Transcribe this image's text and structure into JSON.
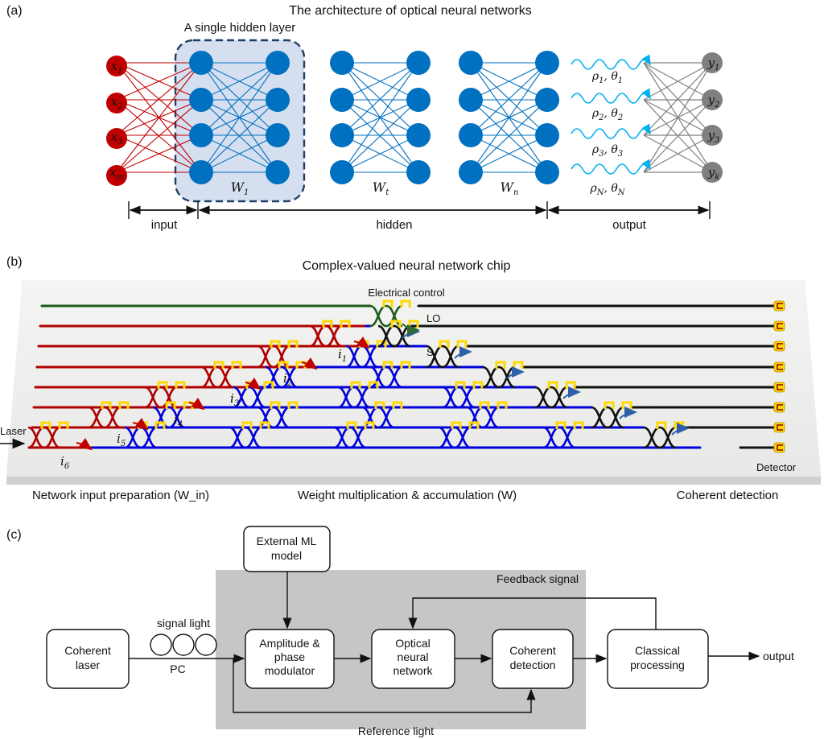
{
  "panel_a": {
    "label": "(a)",
    "title": "The architecture of optical neural networks",
    "hidden_layer_label": "A single hidden layer",
    "inputs": [
      "x1",
      "x2",
      "x3",
      "xm"
    ],
    "outputs": [
      "y1",
      "y2",
      "y3",
      "yk"
    ],
    "weights": [
      "W1",
      "Wt",
      "Wn"
    ],
    "wave_labels": [
      "ρ1, θ1",
      "ρ2, θ2",
      "ρ3, θ3",
      "ρN, θN"
    ],
    "sections": [
      "input",
      "hidden",
      "output"
    ],
    "colors": {
      "input": "#c00000",
      "hidden": "#0070c0",
      "output": "#808080",
      "wave": "#00b0f0",
      "hidden_box": "#d5dff0"
    }
  },
  "panel_b": {
    "label": "(b)",
    "title": "Complex-valued neural network chip",
    "electrical_control": "Electrical control",
    "lo": "LO",
    "s": "S",
    "laser": "Laser",
    "detector": "Detector",
    "input_indices": [
      "i1",
      "i2",
      "i3",
      "i4",
      "i5",
      "i6"
    ],
    "bottom_labels": [
      "Network input preparation (W_in)",
      "Weight multiplication & accumulation (W)",
      "Coherent detection"
    ],
    "colors": {
      "reference": "#1e5c1e",
      "input_prep": "#b00000",
      "mesh": "#0000dd",
      "detection": "#111111",
      "heater": "#ffd800"
    }
  },
  "panel_c": {
    "label": "(c)",
    "blocks": {
      "ml_model": "External ML model",
      "laser": "Coherent laser",
      "modulator": "Amplitude & phase modulator",
      "onn": "Optical neural network",
      "detection": "Coherent detection",
      "processing": "Classical processing"
    },
    "signal_light": "signal light",
    "pc": "PC",
    "feedback": "Feedback signal",
    "reference": "Reference light",
    "output": "output"
  }
}
